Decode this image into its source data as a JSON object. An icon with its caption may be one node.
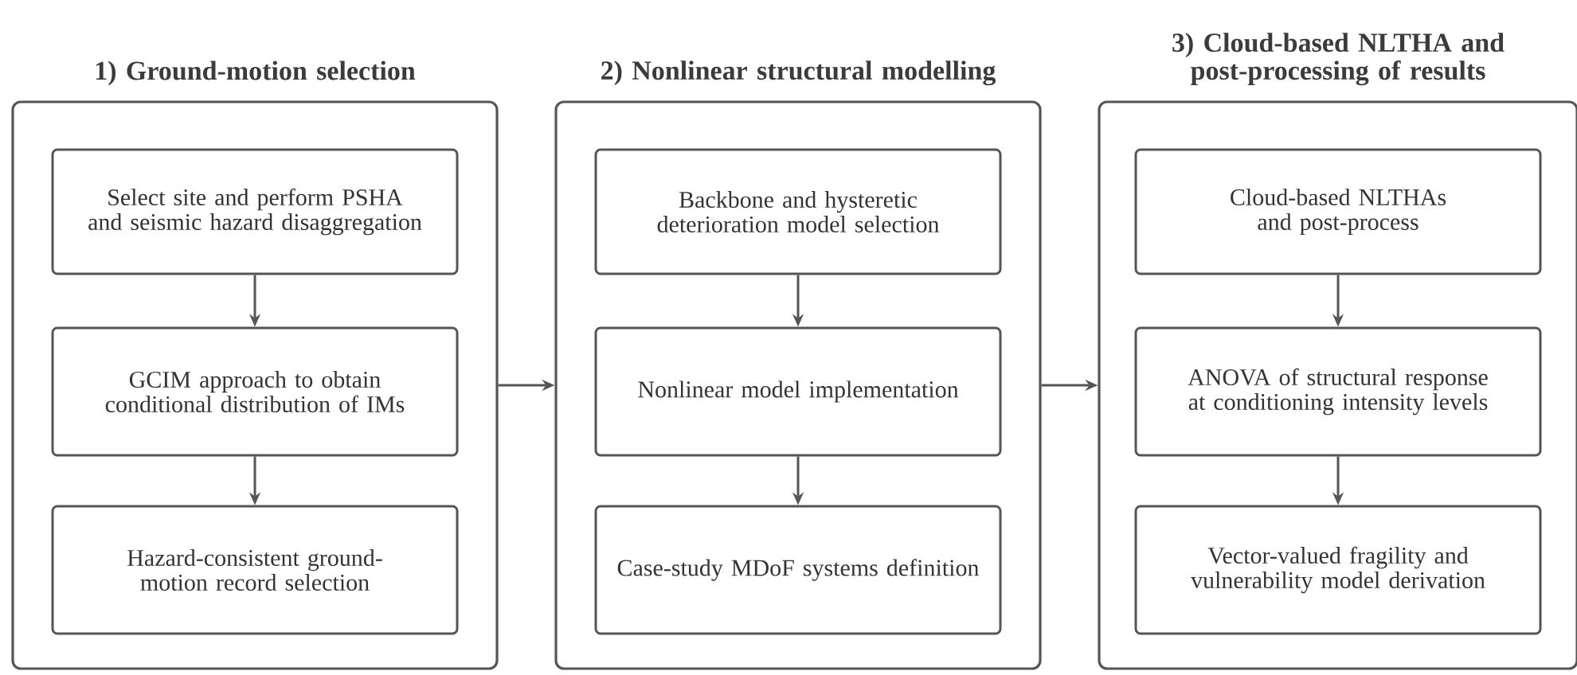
{
  "diagram": {
    "nodes": [
      {
        "text": [
          "1) Ground-motion selection"
        ]
      },
      {
        "text": [
          "Select site and perform PSHA and seismic hazard disaggregation"
        ],
        "in": 0
      },
      {
        "text": [
          "GCIM approach to obtain conditional distribution of IMs"
        ],
        "in": 0
      },
      {
        "text": [
          "Hazard-consistent ground-motion record selection"
        ],
        "in": 0
      },
      {
        "text": [
          "2) Nonlinear structural modelling"
        ]
      },
      {
        "text": [
          "Backbone and hysteretic deterioration model selection"
        ],
        "in": 4
      },
      {
        "text": [
          "Nonlinear model implementation"
        ],
        "in": 4
      },
      {
        "text": [
          "Case-study MDoF systems definition"
        ],
        "in": 4
      },
      {
        "text": [
          "3) Cloud-based NLTHA and post-processing of results"
        ]
      },
      {
        "text": [
          "Cloud-based NLTHAs and post-process"
        ],
        "in": 8
      },
      {
        "text": [
          "ANOVA of structural response at conditioning intensity levels"
        ],
        "in": 8
      },
      {
        "text": [
          "Vector-valued fragility and vulnerability model derivation"
        ],
        "in": 8
      }
    ],
    "edges": [
      {
        "from": 1,
        "to": 2,
        "arrow": "to"
      },
      {
        "from": 2,
        "to": 3,
        "arrow": "to"
      },
      {
        "from": 0,
        "to": 4,
        "arrow": "to"
      },
      {
        "from": 5,
        "to": 6,
        "arrow": "to"
      },
      {
        "from": 6,
        "to": 7,
        "arrow": "to"
      },
      {
        "from": 4,
        "to": 8,
        "arrow": "to"
      },
      {
        "from": 9,
        "to": 10,
        "arrow": "to"
      },
      {
        "from": 10,
        "to": 11,
        "arrow": "to"
      }
    ]
  }
}
